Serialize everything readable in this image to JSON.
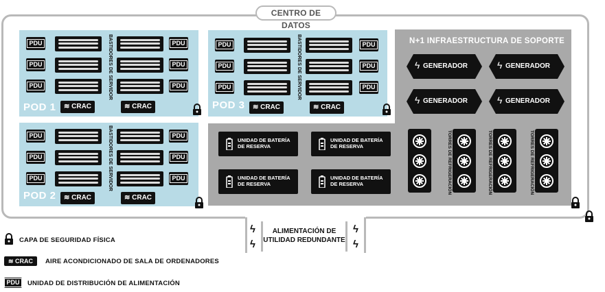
{
  "title": "CENTRO DE DATOS",
  "pods": [
    {
      "label": "POD 1",
      "rack_label": "BASTIDORES DE SERVIDOR"
    },
    {
      "label": "POD 2",
      "rack_label": "BASTIDORES DE SERVIDOR"
    },
    {
      "label": "POD 3",
      "rack_label": "BASTIDORES DE SERVIDOR"
    }
  ],
  "pdu_label": "PDU",
  "crac_label": "CRAC",
  "ups_label_1": "UNIDAD DE BATERÍA",
  "ups_label_2": "DE RESERVA",
  "support": {
    "title": "N+1 INFRAESTRUCTURA DE SOPORTE",
    "generator_label": "GENERADOR",
    "tower_label": "TORRES DE REFRIGERACIÓN"
  },
  "power": {
    "line1": "ALIMENTACIÓN DE",
    "line2": "UTILIDAD REDUNDANTE"
  },
  "legend": {
    "lock": "CAPA DE SEGURIDAD FÍSICA",
    "crac": "AIRE ACONDICIONADO DE SALA DE ORDENADORES",
    "pdu": "UNIDAD DE DISTRIBUCIÓN DE ALIMENTACIÓN"
  },
  "colors": {
    "pod": "#b8dbe6",
    "gray": "#a9a9a9",
    "dark": "#111111"
  }
}
